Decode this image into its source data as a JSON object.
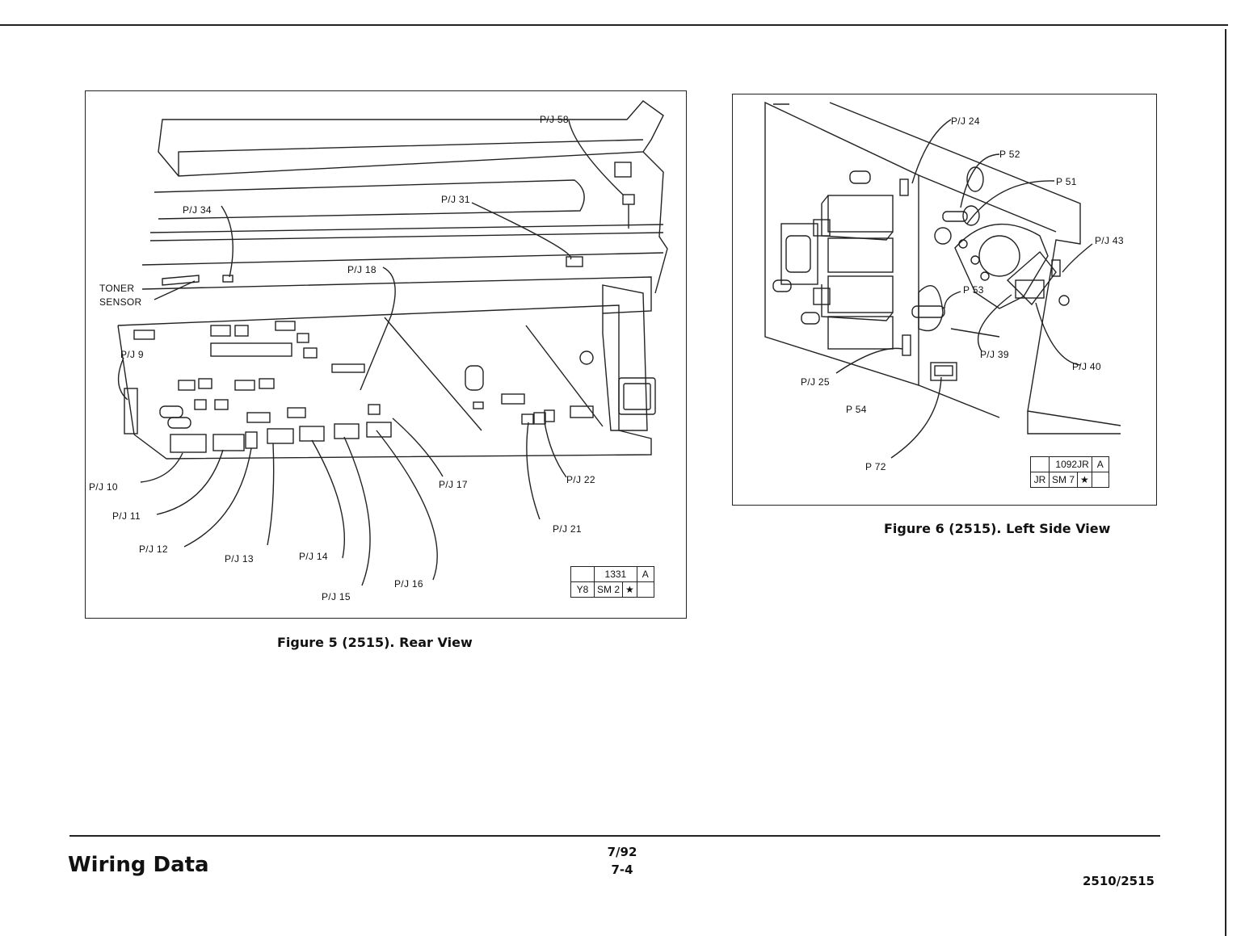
{
  "figure5": {
    "caption": "Figure 5 (2515).  Rear View",
    "labels": {
      "pj58": "P/J 58",
      "pj34": "P/J 34",
      "pj31": "P/J 31",
      "pj18": "P/J 18",
      "toner1": "TONER",
      "toner2": "SENSOR",
      "pj9": "P/J 9",
      "pj10": "P/J 10",
      "pj11": "P/J 11",
      "pj12": "P/J 12",
      "pj13": "P/J 13",
      "pj14": "P/J 14",
      "pj15": "P/J 15",
      "pj16": "P/J 16",
      "pj17": "P/J 17",
      "pj21": "P/J 21",
      "pj22": "P/J 22"
    },
    "stamp": {
      "number": "1331",
      "rev": "A",
      "c1": "Y8",
      "c2": "SM 2",
      "star": "★"
    }
  },
  "figure6": {
    "caption": "Figure 6 (2515).  Left Side View",
    "labels": {
      "pj24": "P/J 24",
      "p52": "P 52",
      "p51": "P 51",
      "pj43": "P/J 43",
      "p53": "P 53",
      "pj39": "P/J 39",
      "pj40": "P/J 40",
      "pj25": "P/J 25",
      "p54": "P 54",
      "p72": "P 72"
    },
    "stamp": {
      "number": "1092JR",
      "rev": "A",
      "c1": "JR",
      "c2": "SM 7",
      "star": "★"
    }
  },
  "footer": {
    "title": "Wiring Data",
    "date": "7/92",
    "page": "7-4",
    "model": "2510/2515"
  }
}
